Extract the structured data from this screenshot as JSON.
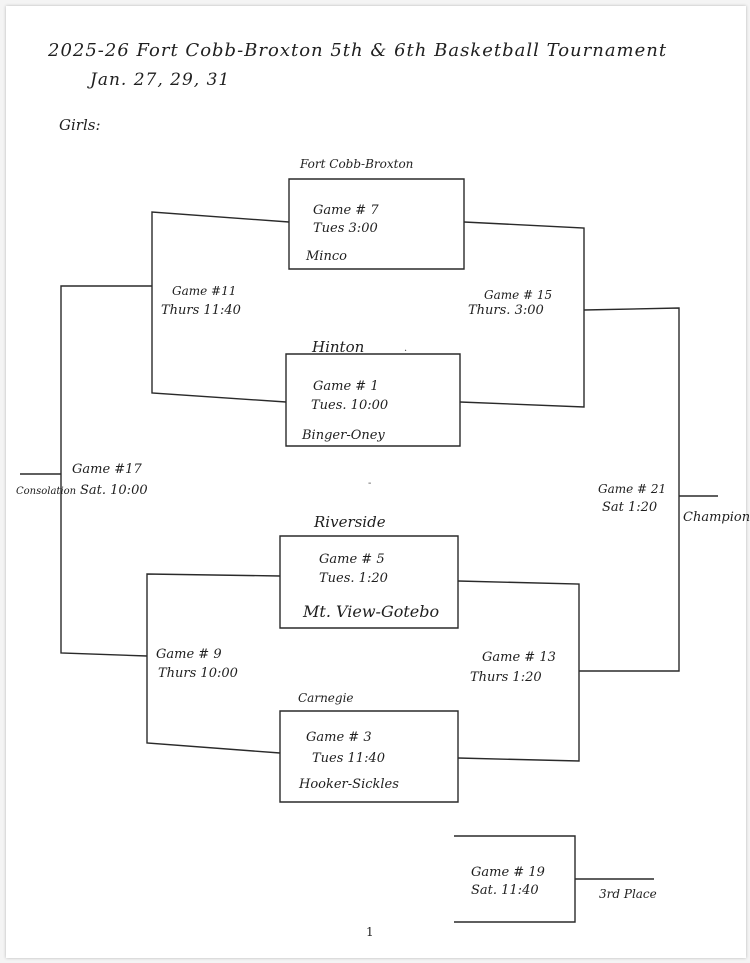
{
  "header": {
    "title": "2025-26 Fort Cobb-Broxton 5th & 6th Basketball Tournament",
    "dates": "Jan. 27, 29, 31",
    "division": "Girls:"
  },
  "teams": {
    "t1": "Fort Cobb-Broxton",
    "t2": "Minco",
    "t3": "Hinton",
    "t4": "Binger-Oney",
    "t5": "Riverside",
    "t6": "Mt. View-Gotebo",
    "t7": "Carnegie",
    "t8": "Hooker-Sickles"
  },
  "games": {
    "g7": {
      "name": "Game # 7",
      "time": "Tues 3:00"
    },
    "g1": {
      "name": "Game # 1",
      "time": "Tues. 10:00"
    },
    "g5": {
      "name": "Game # 5",
      "time": "Tues. 1:20"
    },
    "g3": {
      "name": "Game # 3",
      "time": "Tues 11:40"
    },
    "g11": {
      "name": "Game #11",
      "time": "Thurs 11:40"
    },
    "g9": {
      "name": "Game # 9",
      "time": "Thurs 10:00"
    },
    "g15": {
      "name": "Game # 15",
      "time": "Thurs. 3:00"
    },
    "g13": {
      "name": "Game # 13",
      "time": "Thurs 1:20"
    },
    "g17": {
      "name": "Game #17",
      "time": "Sat. 10:00",
      "label": "Consolation"
    },
    "g21": {
      "name": "Game # 21",
      "time": "Sat 1:20",
      "label": "Champion"
    },
    "g19": {
      "name": "Game # 19",
      "time": "Sat. 11:40",
      "label": "3rd Place"
    }
  },
  "footer": {
    "page_mark": "1"
  }
}
